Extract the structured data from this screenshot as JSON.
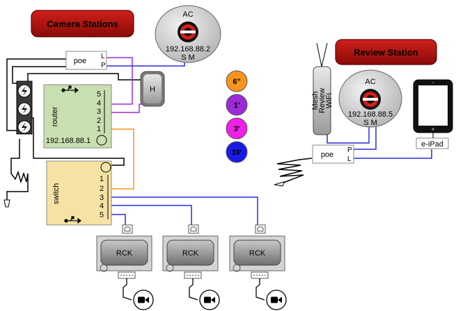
{
  "camera_stations": {
    "title": "Camera Stations"
  },
  "review_station": {
    "title": "Review Station"
  },
  "ac_camera": {
    "label": "AC",
    "ip": "192.168.88.2",
    "ports": "S M"
  },
  "ac_review": {
    "label": "AC",
    "ip": "192.168.88.5",
    "ports": "S M"
  },
  "poe_camera": {
    "label": "poe",
    "port_l": "L",
    "port_p": "P"
  },
  "poe_review": {
    "label": "poe",
    "port_p": "P",
    "port_l": "L"
  },
  "hub": {
    "label": "H"
  },
  "router": {
    "label": "router",
    "ip": "192.168.88.1",
    "ports": [
      "5",
      "4",
      "3",
      "2",
      "1"
    ]
  },
  "switch": {
    "label": "switch",
    "ports": [
      "1",
      "2",
      "3",
      "4",
      "5"
    ]
  },
  "mesh": {
    "line1": "Mesh",
    "line2": "Review",
    "line3": "WiFi"
  },
  "ipad": {
    "label": "e-iPad"
  },
  "legend": [
    {
      "label": "6\"",
      "color": "#f7941d"
    },
    {
      "label": "1'",
      "color": "#9a2bd8"
    },
    {
      "label": "3'",
      "color": "#ee1fe6"
    },
    {
      "label": "10'",
      "color": "#1a1ae6"
    }
  ],
  "rck_units": [
    {
      "label": "RCK"
    },
    {
      "label": "RCK"
    },
    {
      "label": "RCK"
    }
  ],
  "colors": {
    "blue": "#2a2ad8",
    "purple": "#9a2bd8",
    "orange": "#f7941d",
    "black": "#000000",
    "banner": "#b5100b"
  }
}
